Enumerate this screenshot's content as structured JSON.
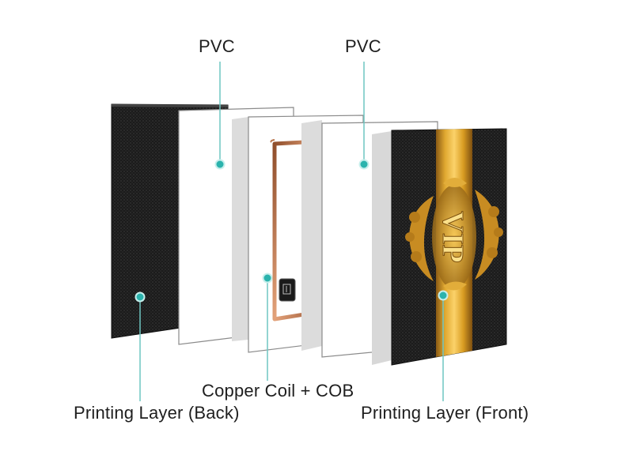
{
  "labels": {
    "pvc_1": "PVC",
    "pvc_2": "PVC",
    "copper_coil": "Copper Coil + COB",
    "printing_back": "Printing Layer (Back)",
    "printing_front": "Printing Layer (Front)"
  },
  "card_front": {
    "emblem_text": "VIP"
  },
  "colors": {
    "callout": "#2bb3ad",
    "leader_line": "#6fc6c2",
    "gold": "#d9a42a",
    "copper": "#b8734a",
    "card_dark": "#1c1c1c"
  }
}
